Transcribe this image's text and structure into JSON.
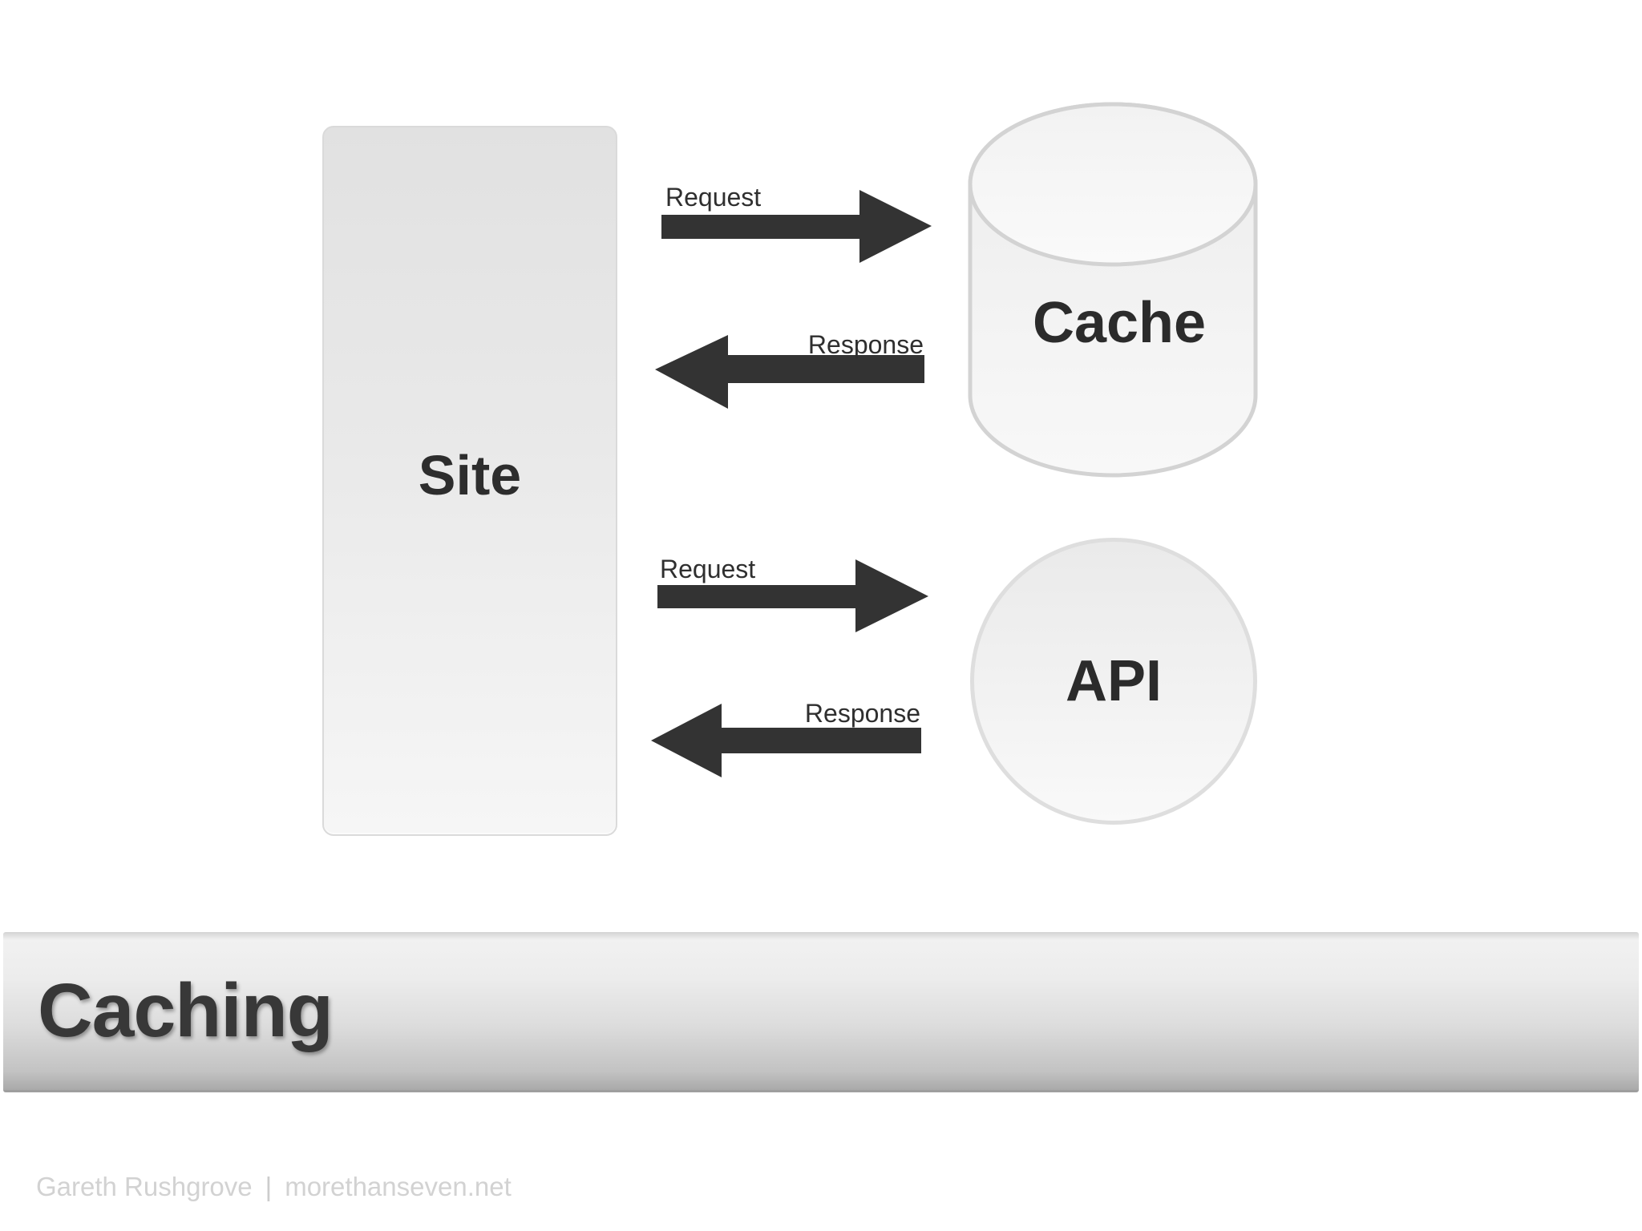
{
  "diagram": {
    "site": {
      "label": "Site"
    },
    "cache": {
      "label": "Cache",
      "icon": "database-cylinder-icon"
    },
    "api": {
      "label": "API",
      "icon": "circle-node-icon"
    },
    "arrows": [
      {
        "id": "request-to-cache",
        "label": "Request",
        "direction": "right"
      },
      {
        "id": "response-from-cache",
        "label": "Response",
        "direction": "left"
      },
      {
        "id": "request-to-api",
        "label": "Request",
        "direction": "right"
      },
      {
        "id": "response-from-api",
        "label": "Response",
        "direction": "left"
      }
    ]
  },
  "title_bar": {
    "title": "Caching"
  },
  "footer": {
    "author": "Gareth Rushgrove",
    "separator": "|",
    "site": "morethanseven.net"
  },
  "colors": {
    "background": "#ffffff",
    "arrow": "#333333",
    "arrow_label_text": "#2f2f2f",
    "shape_text": "#2b2b2b",
    "shape_fill_top": "#e1e1e1",
    "shape_fill_bottom": "#f6f6f6",
    "shape_stroke": "#d6d6d6",
    "title_text": "#383838",
    "title_bar_top": "#f1f1f1",
    "title_bar_bottom": "#a9a9a9",
    "footer_text": "#d2d2d2"
  }
}
